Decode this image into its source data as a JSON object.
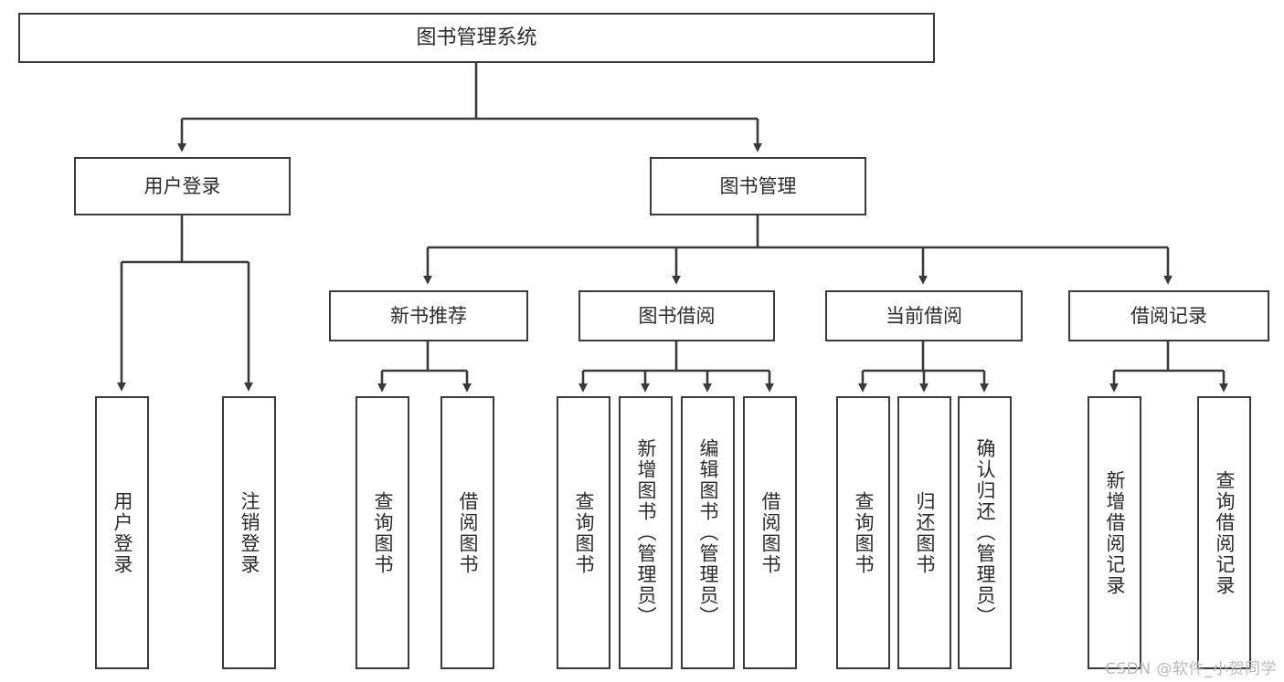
{
  "diagram": {
    "title": "图书管理系统",
    "watermark": "CSDN @软件_小贺同学",
    "colors": {
      "box_border": "#3a3a3a",
      "box_fill": "#ffffff",
      "connector": "#3a3a3a",
      "text": "#2b2b2b",
      "watermark": "#b9b9b9",
      "background": "#ffffff"
    },
    "levels": {
      "root": {
        "label": "图书管理系统"
      },
      "level2": [
        {
          "label": "用户登录"
        },
        {
          "label": "图书管理"
        }
      ],
      "level3": [
        {
          "label": "新书推荐"
        },
        {
          "label": "图书借阅"
        },
        {
          "label": "当前借阅"
        },
        {
          "label": "借阅记录"
        }
      ],
      "leaves_user_login": [
        {
          "label": "用户登录"
        },
        {
          "label": "注销登录"
        }
      ],
      "leaves_new_book": [
        {
          "label": "查询图书"
        },
        {
          "label": "借阅图书"
        }
      ],
      "leaves_borrow": [
        {
          "label": "查询图书"
        },
        {
          "label": "新增图书（管理员）"
        },
        {
          "label": "编辑图书（管理员）"
        },
        {
          "label": "借阅图书"
        }
      ],
      "leaves_current": [
        {
          "label": "查询图书"
        },
        {
          "label": "归还图书"
        },
        {
          "label": "确认归还（管理员）"
        }
      ],
      "leaves_records": [
        {
          "label": "新增借阅记录"
        },
        {
          "label": "查询借阅记录"
        }
      ]
    }
  }
}
